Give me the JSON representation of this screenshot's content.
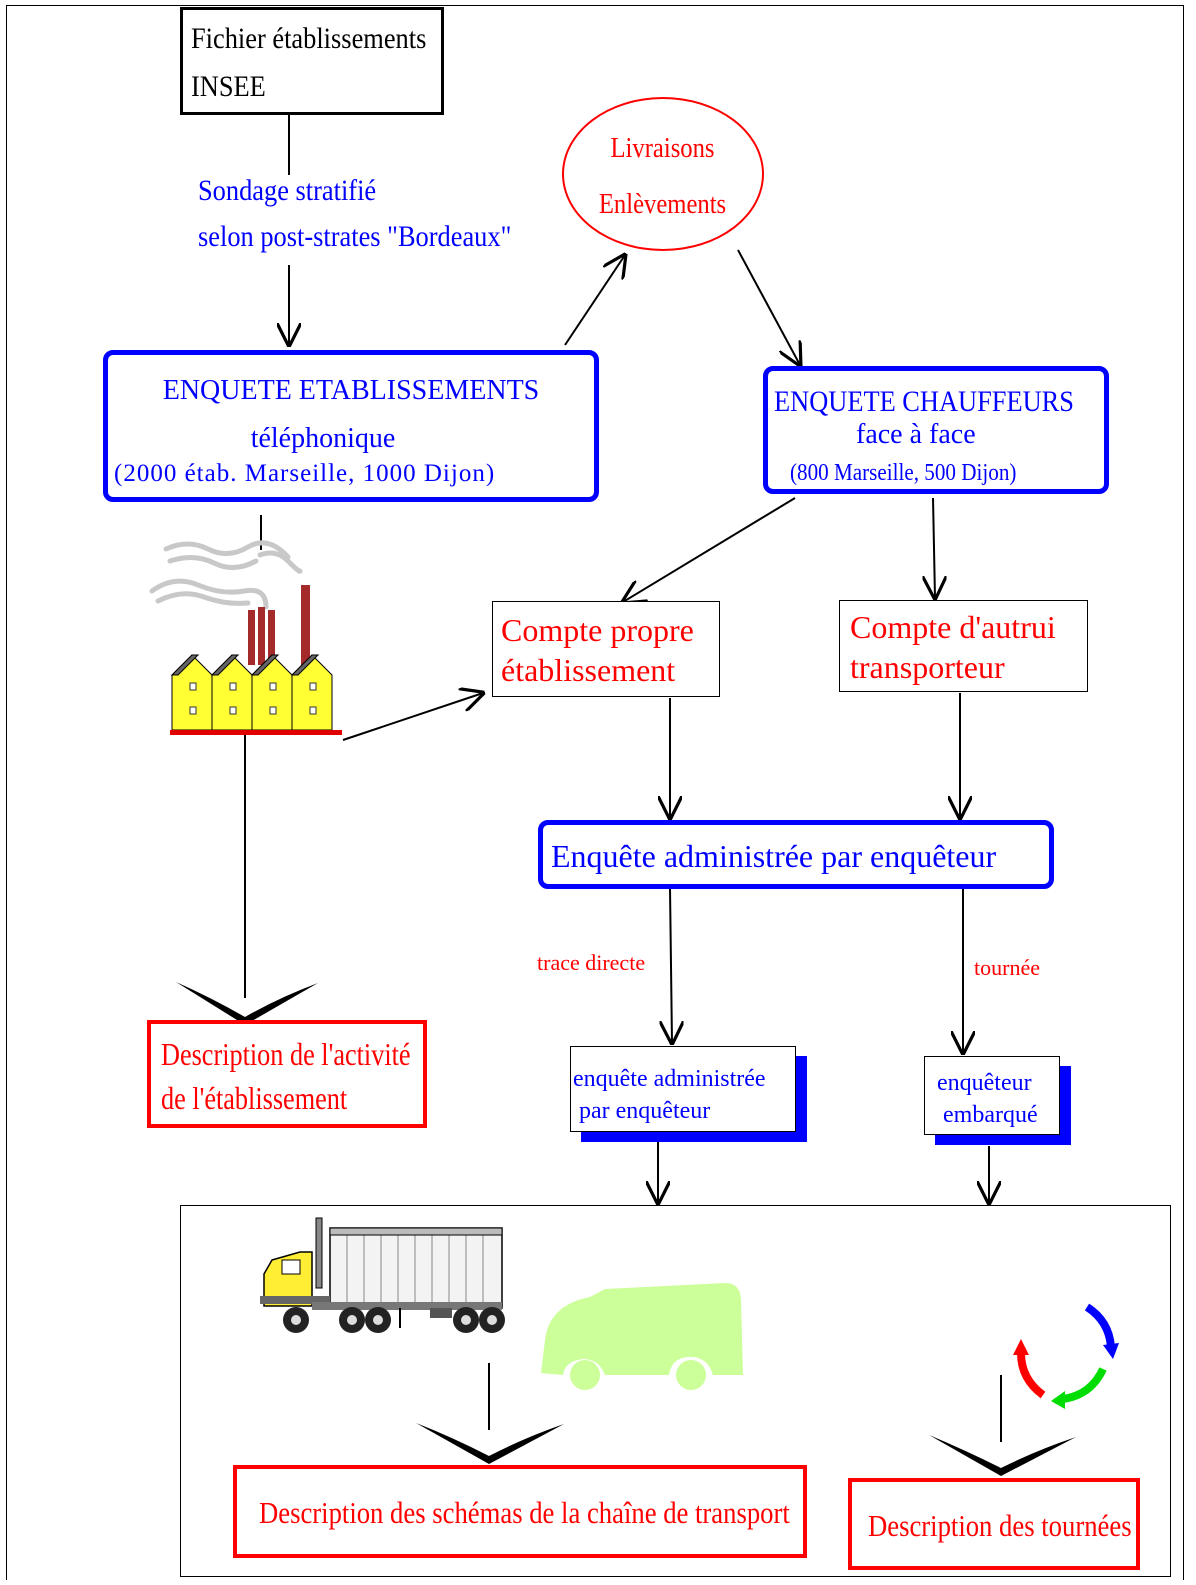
{
  "nodes": {
    "insee": {
      "line1": "Fichier établissements",
      "line2": "INSEE"
    },
    "sondage": {
      "line1": "Sondage stratifié",
      "line2": "selon post-strates \"Bordeaux\""
    },
    "livraisons": {
      "line1": "Livraisons",
      "line2": "Enlèvements"
    },
    "enquete_etab": {
      "line1": "ENQUETE ETABLISSEMENTS",
      "line2": "téléphonique",
      "line3": "(2000 étab. Marseille, 1000 Dijon)"
    },
    "enquete_chauff": {
      "line1": "ENQUETE CHAUFFEURS",
      "line2": "face à face",
      "line3": "(800 Marseille, 500 Dijon)"
    },
    "compte_propre": {
      "line1": "Compte propre",
      "line2": "établissement"
    },
    "compte_autrui": {
      "line1": "Compte d'autrui",
      "line2": "transporteur"
    },
    "enquete_admin": {
      "label": "Enquête administrée par enquêteur"
    },
    "trace_directe": {
      "label": "trace directe"
    },
    "tournee": {
      "label": "tournée"
    },
    "desc_activite": {
      "line1": "Description de l'activité",
      "line2": "de l'établissement"
    },
    "enq_admin_small": {
      "line1": "enquête administrée",
      "line2": "par enquêteur"
    },
    "enq_embarque": {
      "line1": "enquêteur",
      "line2": "embarqué"
    },
    "desc_schemas": {
      "label": "Description des schémas de la chaîne de transport"
    },
    "desc_tournees": {
      "label": "Description des tournées"
    }
  },
  "icons": [
    "factory-icon",
    "truck-icon",
    "van-icon",
    "cycle-arrows-icon"
  ],
  "colors": {
    "blue": "#0000ff",
    "red": "#ff0000",
    "van": "#ccff99",
    "factory": "#ffff33"
  }
}
